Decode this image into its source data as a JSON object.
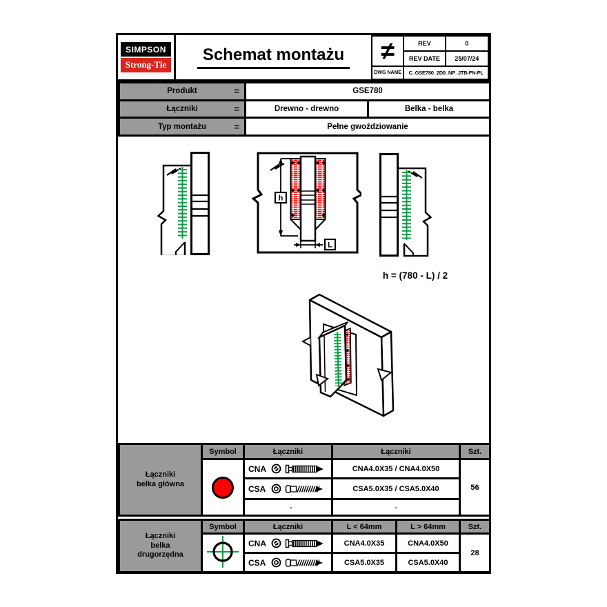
{
  "header": {
    "logo_line1": "SIMPSON",
    "logo_line2": "Strong-Tie",
    "title": "Schemat montażu",
    "projection_symbol": "≠",
    "rev_label": "REV",
    "rev_value": "0",
    "rev_date_label": "REV DATE",
    "rev_date_value": "25/07/24",
    "dwg_name_label": "DWG NAME",
    "dwg_name_value": "C_GSE780_2D0_NP_JTB-FN-PL"
  },
  "product": {
    "rows": [
      {
        "label": "Produkt",
        "eq": "=",
        "value": "GSE780"
      },
      {
        "label": "Łączniki",
        "eq": "=",
        "value1": "Drewno - drewno",
        "value2": "Belka - belka"
      },
      {
        "label": "Typ montażu",
        "eq": "=",
        "value": "Pełne gwoździowanie"
      }
    ]
  },
  "drawing": {
    "formula": "h = (780 - L) / 2",
    "dim_h": "h",
    "dim_l": "L"
  },
  "table_main": {
    "row_header_line1": "Łączniki",
    "row_header_line2": "belka główna",
    "col_symbol": "Symbol",
    "col_fastener1": "Łączniki",
    "col_fastener2": "Łączniki",
    "col_qty": "Szt.",
    "symbol": "red-filled-circle",
    "rows": [
      {
        "code": "CNA",
        "spec": "CNA4.0X35 / CNA4.0X50"
      },
      {
        "code": "CSA",
        "spec": "CSA5.0X35 / CSA5.0X40"
      },
      {
        "code": "-",
        "spec": "-"
      }
    ],
    "qty": "56"
  },
  "table_secondary": {
    "row_header_line1": "Łączniki",
    "row_header_line2": "belka",
    "row_header_line3": "drugorzędna",
    "col_symbol": "Symbol",
    "col_fastener": "Łączniki",
    "col_short": "L < 64mm",
    "col_long": "L > 64mm",
    "col_qty": "Szt.",
    "symbol": "crosshair-circle",
    "rows": [
      {
        "code": "CNA",
        "short": "CNA4.0X35",
        "long": "CNA4.0X50"
      },
      {
        "code": "CSA",
        "short": "CSA5.0X35",
        "long": "CSA5.0X40"
      }
    ],
    "qty": "28"
  },
  "colors": {
    "accent_red": "#ff0000",
    "logo_red": "#d9261c",
    "fastener_green": "#00a33e",
    "header_gray": "#9a9a9a"
  }
}
